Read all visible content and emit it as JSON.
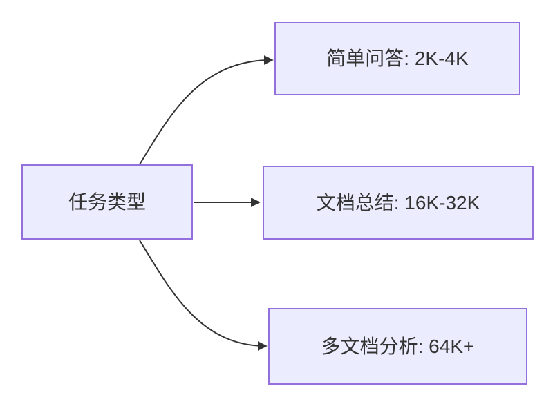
{
  "diagram": {
    "type": "flowchart",
    "direction": "left-to-right",
    "root": {
      "label": "任务类型"
    },
    "branches": [
      {
        "label": "简单问答: 2K-4K"
      },
      {
        "label": "文档总结: 16K-32K"
      },
      {
        "label": "多文档分析: 64K+"
      }
    ],
    "edges": [
      {
        "from": "任务类型",
        "to": "简单问答: 2K-4K"
      },
      {
        "from": "任务类型",
        "to": "文档总结: 16K-32K"
      },
      {
        "from": "任务类型",
        "to": "多文档分析: 64K+"
      }
    ]
  },
  "colors": {
    "node_fill": "#ECECFF",
    "node_border": "#9370DB",
    "arrow": "#333333",
    "text": "#333333",
    "background": "#FFFFFF"
  }
}
